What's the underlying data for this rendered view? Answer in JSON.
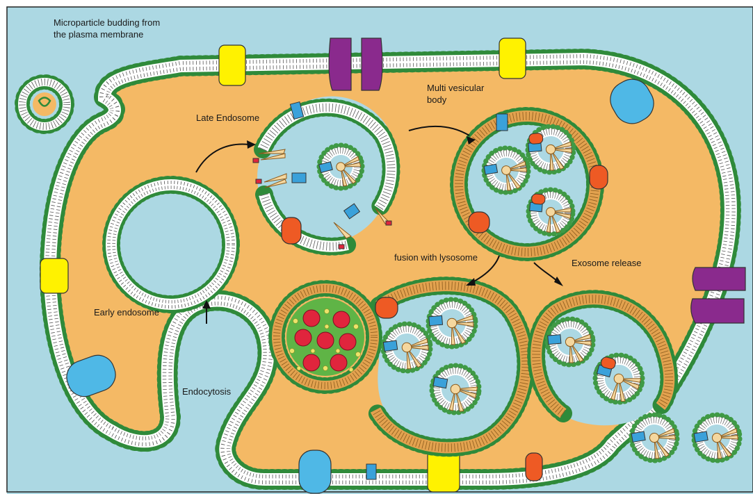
{
  "labels": {
    "microparticle_line1": "Microparticle budding from",
    "microparticle_line2": "the plasma membrane",
    "late_endosome": "Late Endosome",
    "mvb_line1": "Multi vesicular",
    "mvb_line2": "body",
    "early_endosome": "Early endosome",
    "endocytosis": "Endocytosis",
    "fusion_lysosome": "fusion with lysosome",
    "exosome_release": "Exosome release"
  },
  "colors": {
    "background": "#acd8e3",
    "cytoplasm": "#f4b965",
    "head_green": "#3f9a45",
    "head_dark": "#1f5e28",
    "membrane_white": "#ffffff",
    "lipid_tan": "#e2a24f",
    "yellow_protein": "#fff200",
    "purple_channel": "#8a2a8d",
    "light_blue_protein": "#4fb8e6",
    "orange_protein": "#ee5a24",
    "tetraspanin_blue": "#3aa1da",
    "ligand_tan": "#f5d79e",
    "lysosome_green": "#5fb446",
    "lysosome_red": "#e0253d",
    "lysosome_yellow": "#ece36a"
  }
}
